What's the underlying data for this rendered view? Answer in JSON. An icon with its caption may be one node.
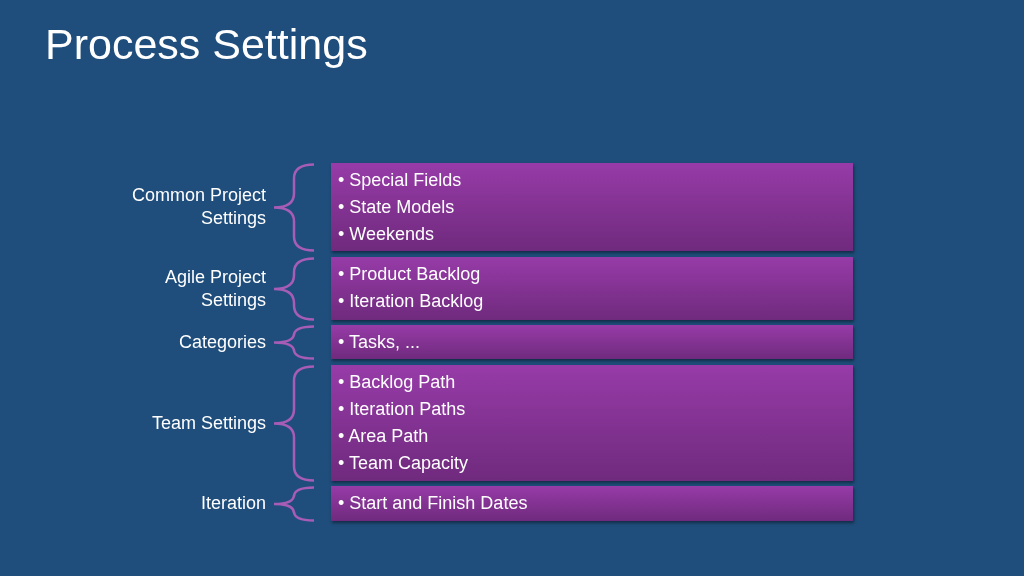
{
  "diagram": {
    "title": "Process Settings",
    "nodes": [
      {
        "text": [
          "• Special Fields",
          "• State Models",
          "• Weekends"
        ],
        "beside": [
          "Common Project Settings"
        ]
      },
      {
        "text": [
          "• Product Backlog",
          "• Iteration Backlog"
        ],
        "beside": [
          "Agile Project Settings"
        ]
      },
      {
        "text": [
          "• Tasks, ..."
        ],
        "beside": [
          "Categories"
        ]
      },
      {
        "text": [
          "• Backlog Path",
          "• Iteration Paths",
          "• Area Path",
          "• Team Capacity"
        ],
        "beside": [
          "Team Settings"
        ]
      },
      {
        "text": [
          "• Start and Finish Dates"
        ],
        "beside": [
          "Iteration"
        ]
      }
    ]
  }
}
